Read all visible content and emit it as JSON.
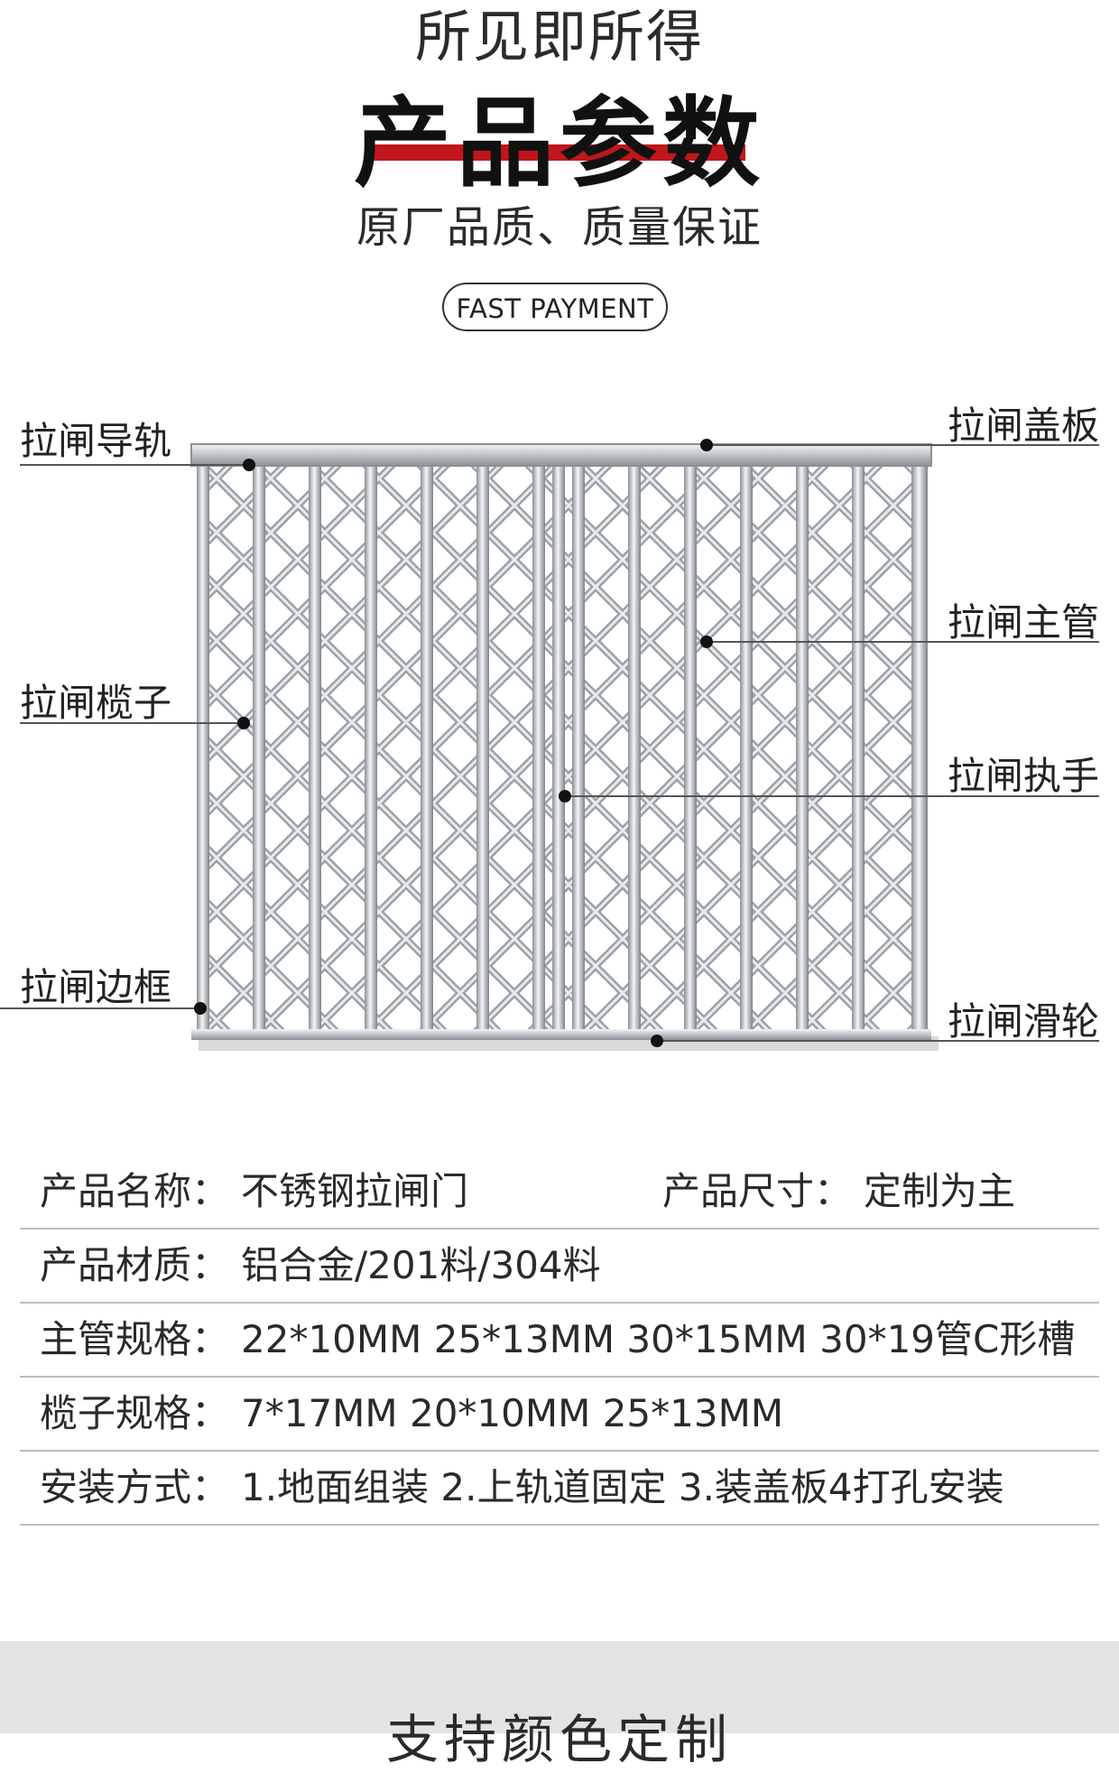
{
  "header": {
    "kicker": "所见即所得",
    "title": "产品参数",
    "subtitle": "原厂品质、质量保证",
    "pill": "FAST PAYMENT"
  },
  "diagram_labels": {
    "rail": "拉闸导轨",
    "cover": "拉闸盖板",
    "main_tube": "拉闸主管",
    "slat": "拉闸榄子",
    "handle": "拉闸执手",
    "frame": "拉闸边框",
    "pulley": "拉闸滑轮"
  },
  "specs": [
    {
      "key": "产品名称：",
      "value": "不锈钢拉闸门",
      "key2": "产品尺寸：",
      "value2": "定制为主"
    },
    {
      "key": "产品材质：",
      "value": "铝合金/201料/304料"
    },
    {
      "key": "主管规格：",
      "value": "22*10MM  25*13MM 30*15MM 30*19管C形槽"
    },
    {
      "key": "榄子规格：",
      "value": "7*17MM   20*10MM  25*13MM"
    },
    {
      "key": "安装方式：",
      "value": "1.地面组装  2.上轨道固定  3.装盖板4打孔安装"
    }
  ],
  "footer": {
    "title": "支持颜色定制"
  },
  "colors": {
    "accent_red": "#c0161c",
    "line_gray": "#bdbdbd",
    "footer_gray": "#e3e3e3"
  }
}
